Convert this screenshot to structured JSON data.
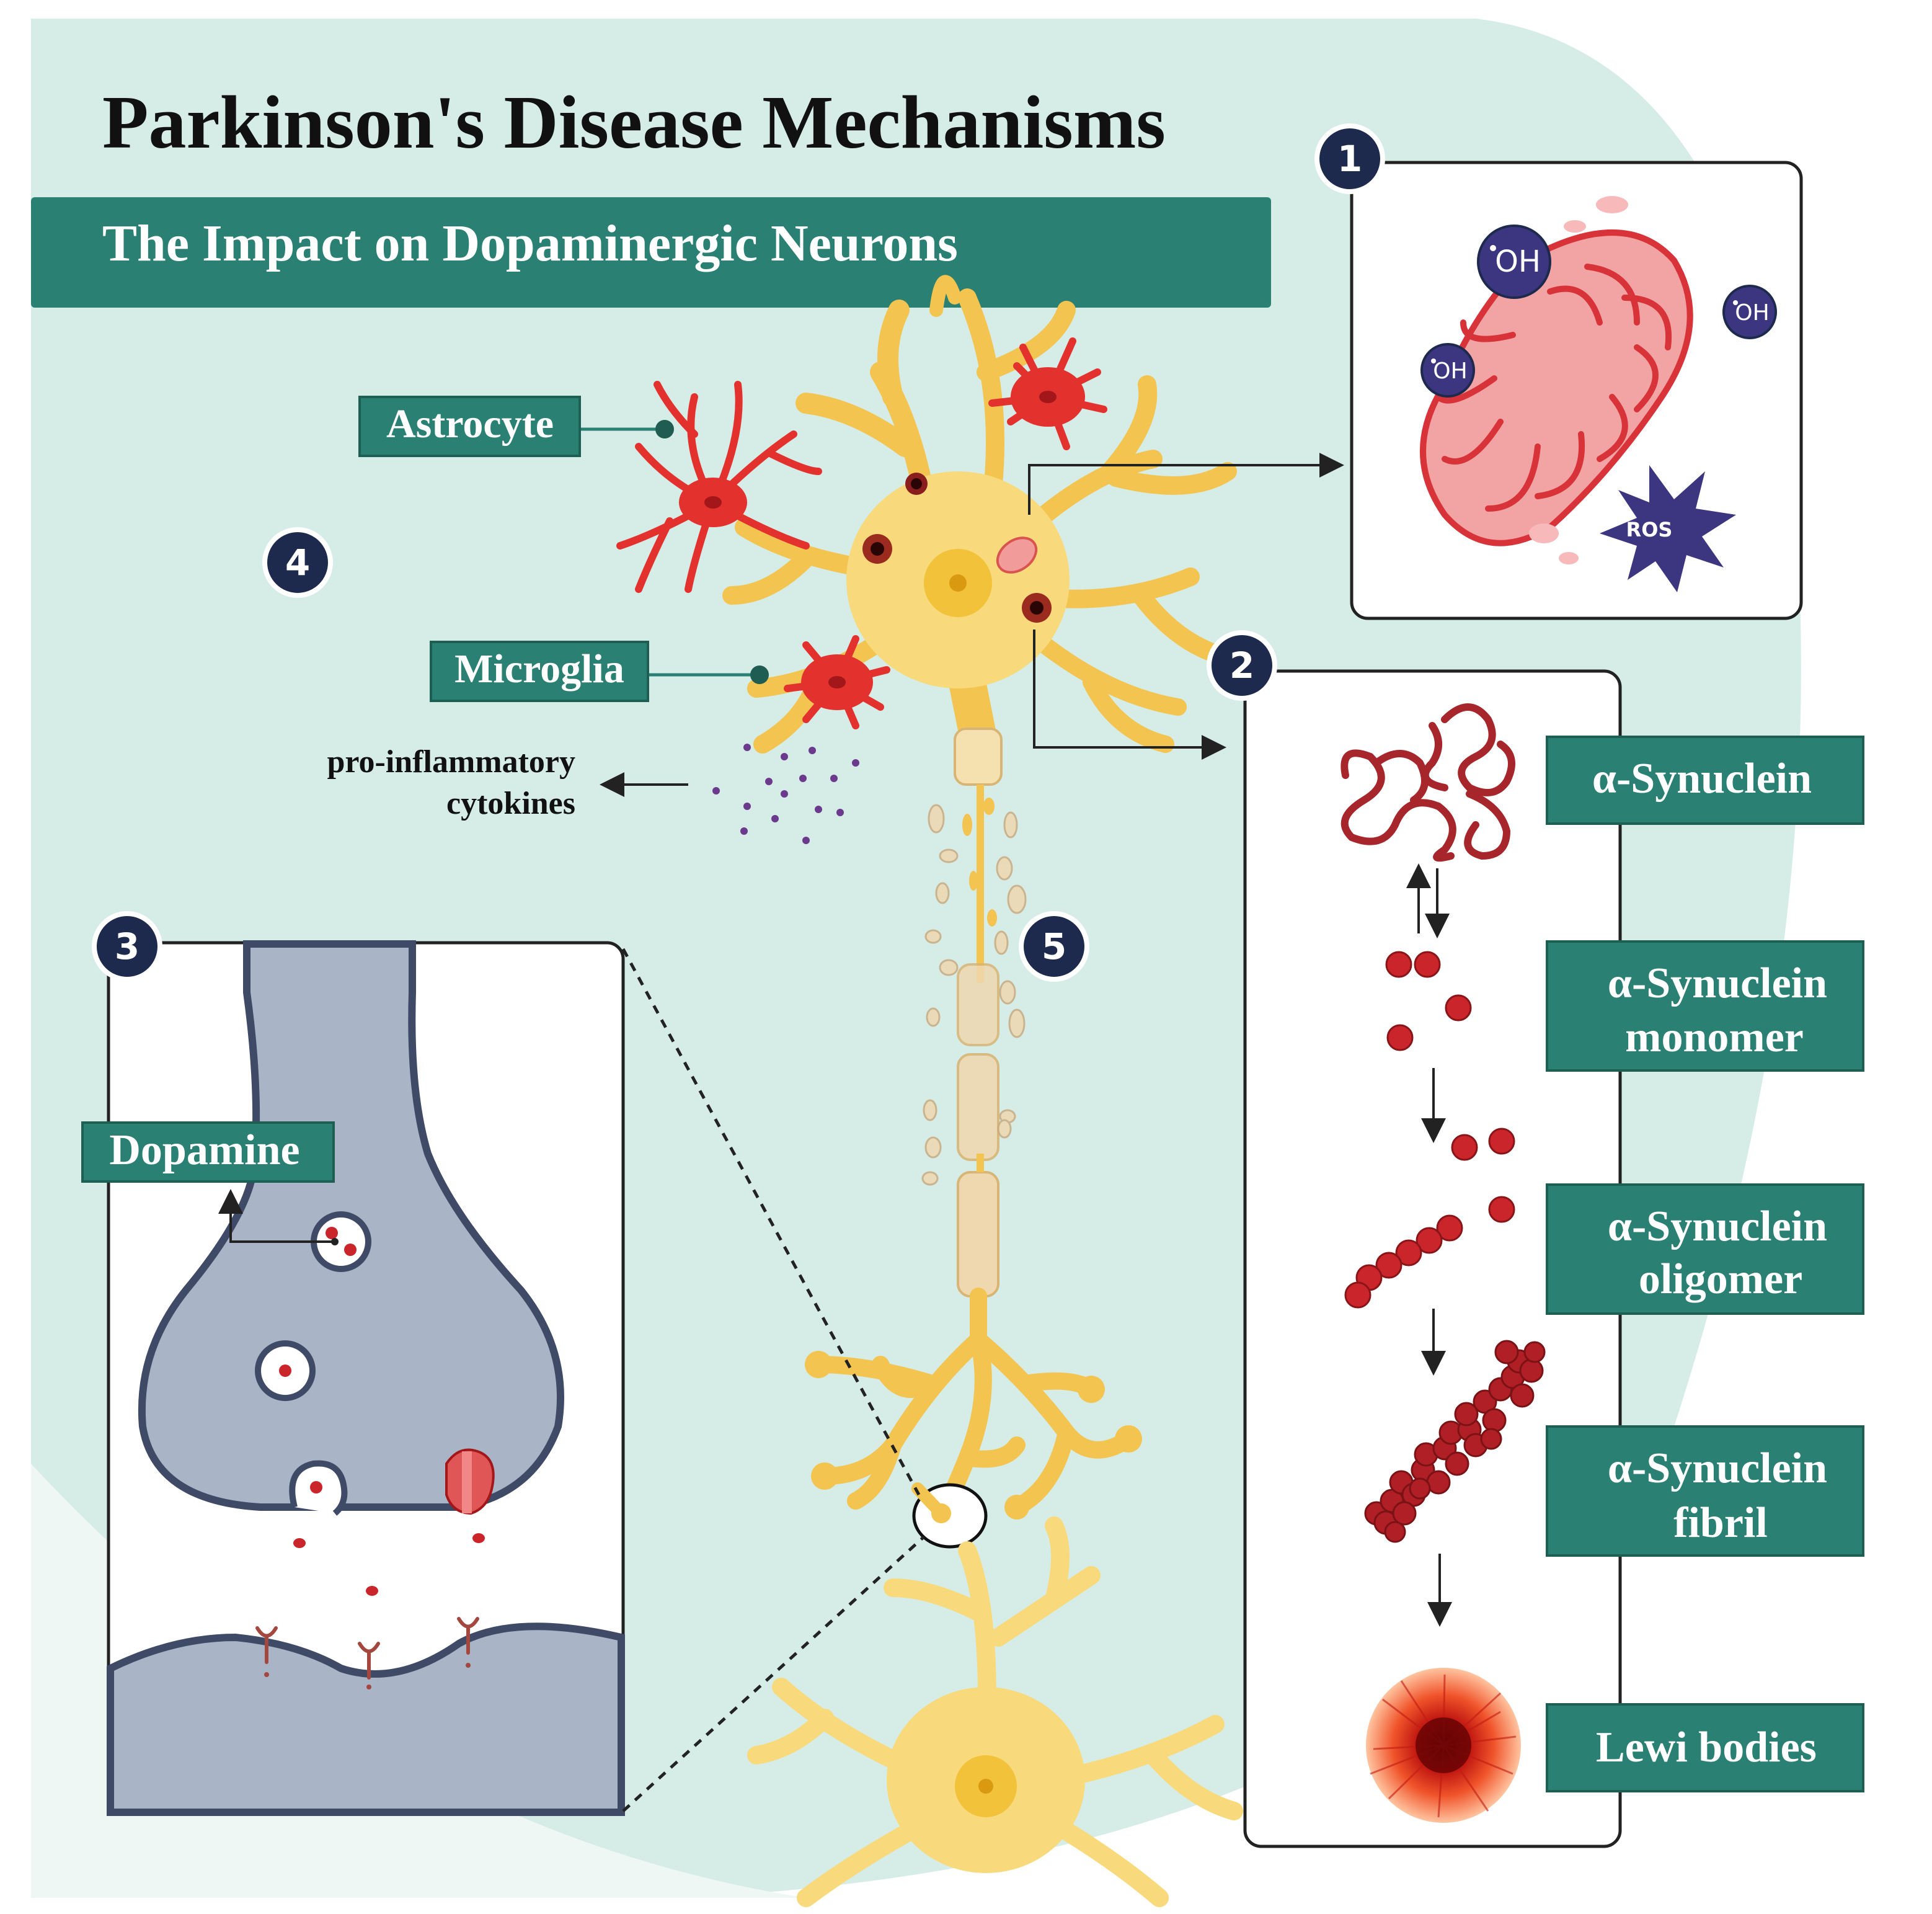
{
  "title": "Parkinson's Disease Mechanisms",
  "subtitle": "The Impact on Dopaminergic Neurons",
  "colors": {
    "background": "#d6ece7",
    "teal": "#2a8173",
    "navy": "#1d2a4d",
    "neuron": "#f8da7c",
    "glia": "#e3312e",
    "synuclein": "#a6262c",
    "mito": "#f2a4a4",
    "terminal": "#a9b5c7"
  },
  "labels": {
    "astrocyte": "Astrocyte",
    "microglia": "Microglia",
    "cytokines_line1": "pro-inflammatory",
    "cytokines_line2": "cytokines",
    "dopamine": "Dopamine",
    "oh": "OH",
    "ros": "ROS"
  },
  "markers": [
    "1",
    "2",
    "3",
    "4",
    "5"
  ],
  "synuclein_stages": [
    {
      "line1": "α-Synuclein",
      "line2": ""
    },
    {
      "line1": "α-Synuclein",
      "line2": "monomer"
    },
    {
      "line1": "α-Synuclein",
      "line2": "oligomer"
    },
    {
      "line1": "α-Synuclein",
      "line2": "fibril"
    },
    {
      "line1": "Lewi bodies",
      "line2": ""
    }
  ]
}
